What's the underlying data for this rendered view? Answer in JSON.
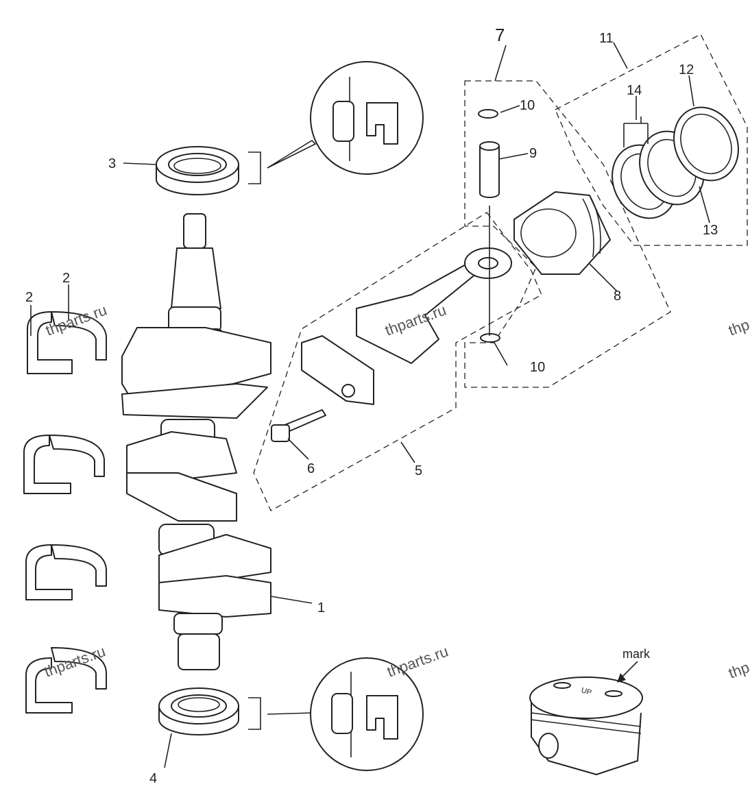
{
  "labels": {
    "p1": "1",
    "p2a": "2",
    "p2b": "2",
    "p3": "3",
    "p4": "4",
    "p5": "5",
    "p6": "6",
    "p7": "7",
    "p8": "8",
    "p9": "9",
    "p10a": "10",
    "p10b": "10",
    "p11": "11",
    "p12": "12",
    "p13": "13",
    "p14": "14",
    "mark": "mark",
    "up": "UP"
  },
  "watermarks": {
    "w1": "thparts.ru",
    "w2": "thparts.ru",
    "w3": "thparts.ru",
    "w4": "thparts.ru",
    "w5": "thp",
    "w6": "thp"
  }
}
